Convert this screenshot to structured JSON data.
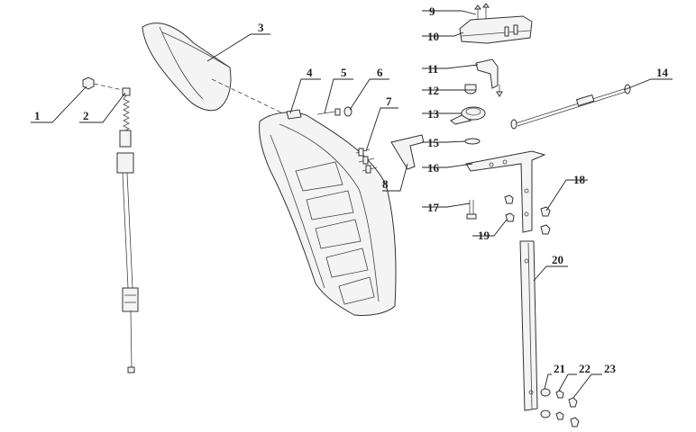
{
  "callouts": [
    {
      "id": "1",
      "label": "1"
    },
    {
      "id": "2",
      "label": "2"
    },
    {
      "id": "3",
      "label": "3"
    },
    {
      "id": "4",
      "label": "4"
    },
    {
      "id": "5",
      "label": "5"
    },
    {
      "id": "6",
      "label": "6"
    },
    {
      "id": "7",
      "label": "7"
    },
    {
      "id": "8",
      "label": "8"
    },
    {
      "id": "9",
      "label": "9"
    },
    {
      "id": "10",
      "label": "10"
    },
    {
      "id": "11",
      "label": "11"
    },
    {
      "id": "12",
      "label": "12"
    },
    {
      "id": "13",
      "label": "13"
    },
    {
      "id": "14",
      "label": "14"
    },
    {
      "id": "15",
      "label": "15"
    },
    {
      "id": "16",
      "label": "16"
    },
    {
      "id": "17",
      "label": "17"
    },
    {
      "id": "18",
      "label": "18"
    },
    {
      "id": "19",
      "label": "19"
    },
    {
      "id": "20",
      "label": "20"
    },
    {
      "id": "21",
      "label": "21"
    },
    {
      "id": "22",
      "label": "22"
    },
    {
      "id": "23",
      "label": "23"
    }
  ]
}
